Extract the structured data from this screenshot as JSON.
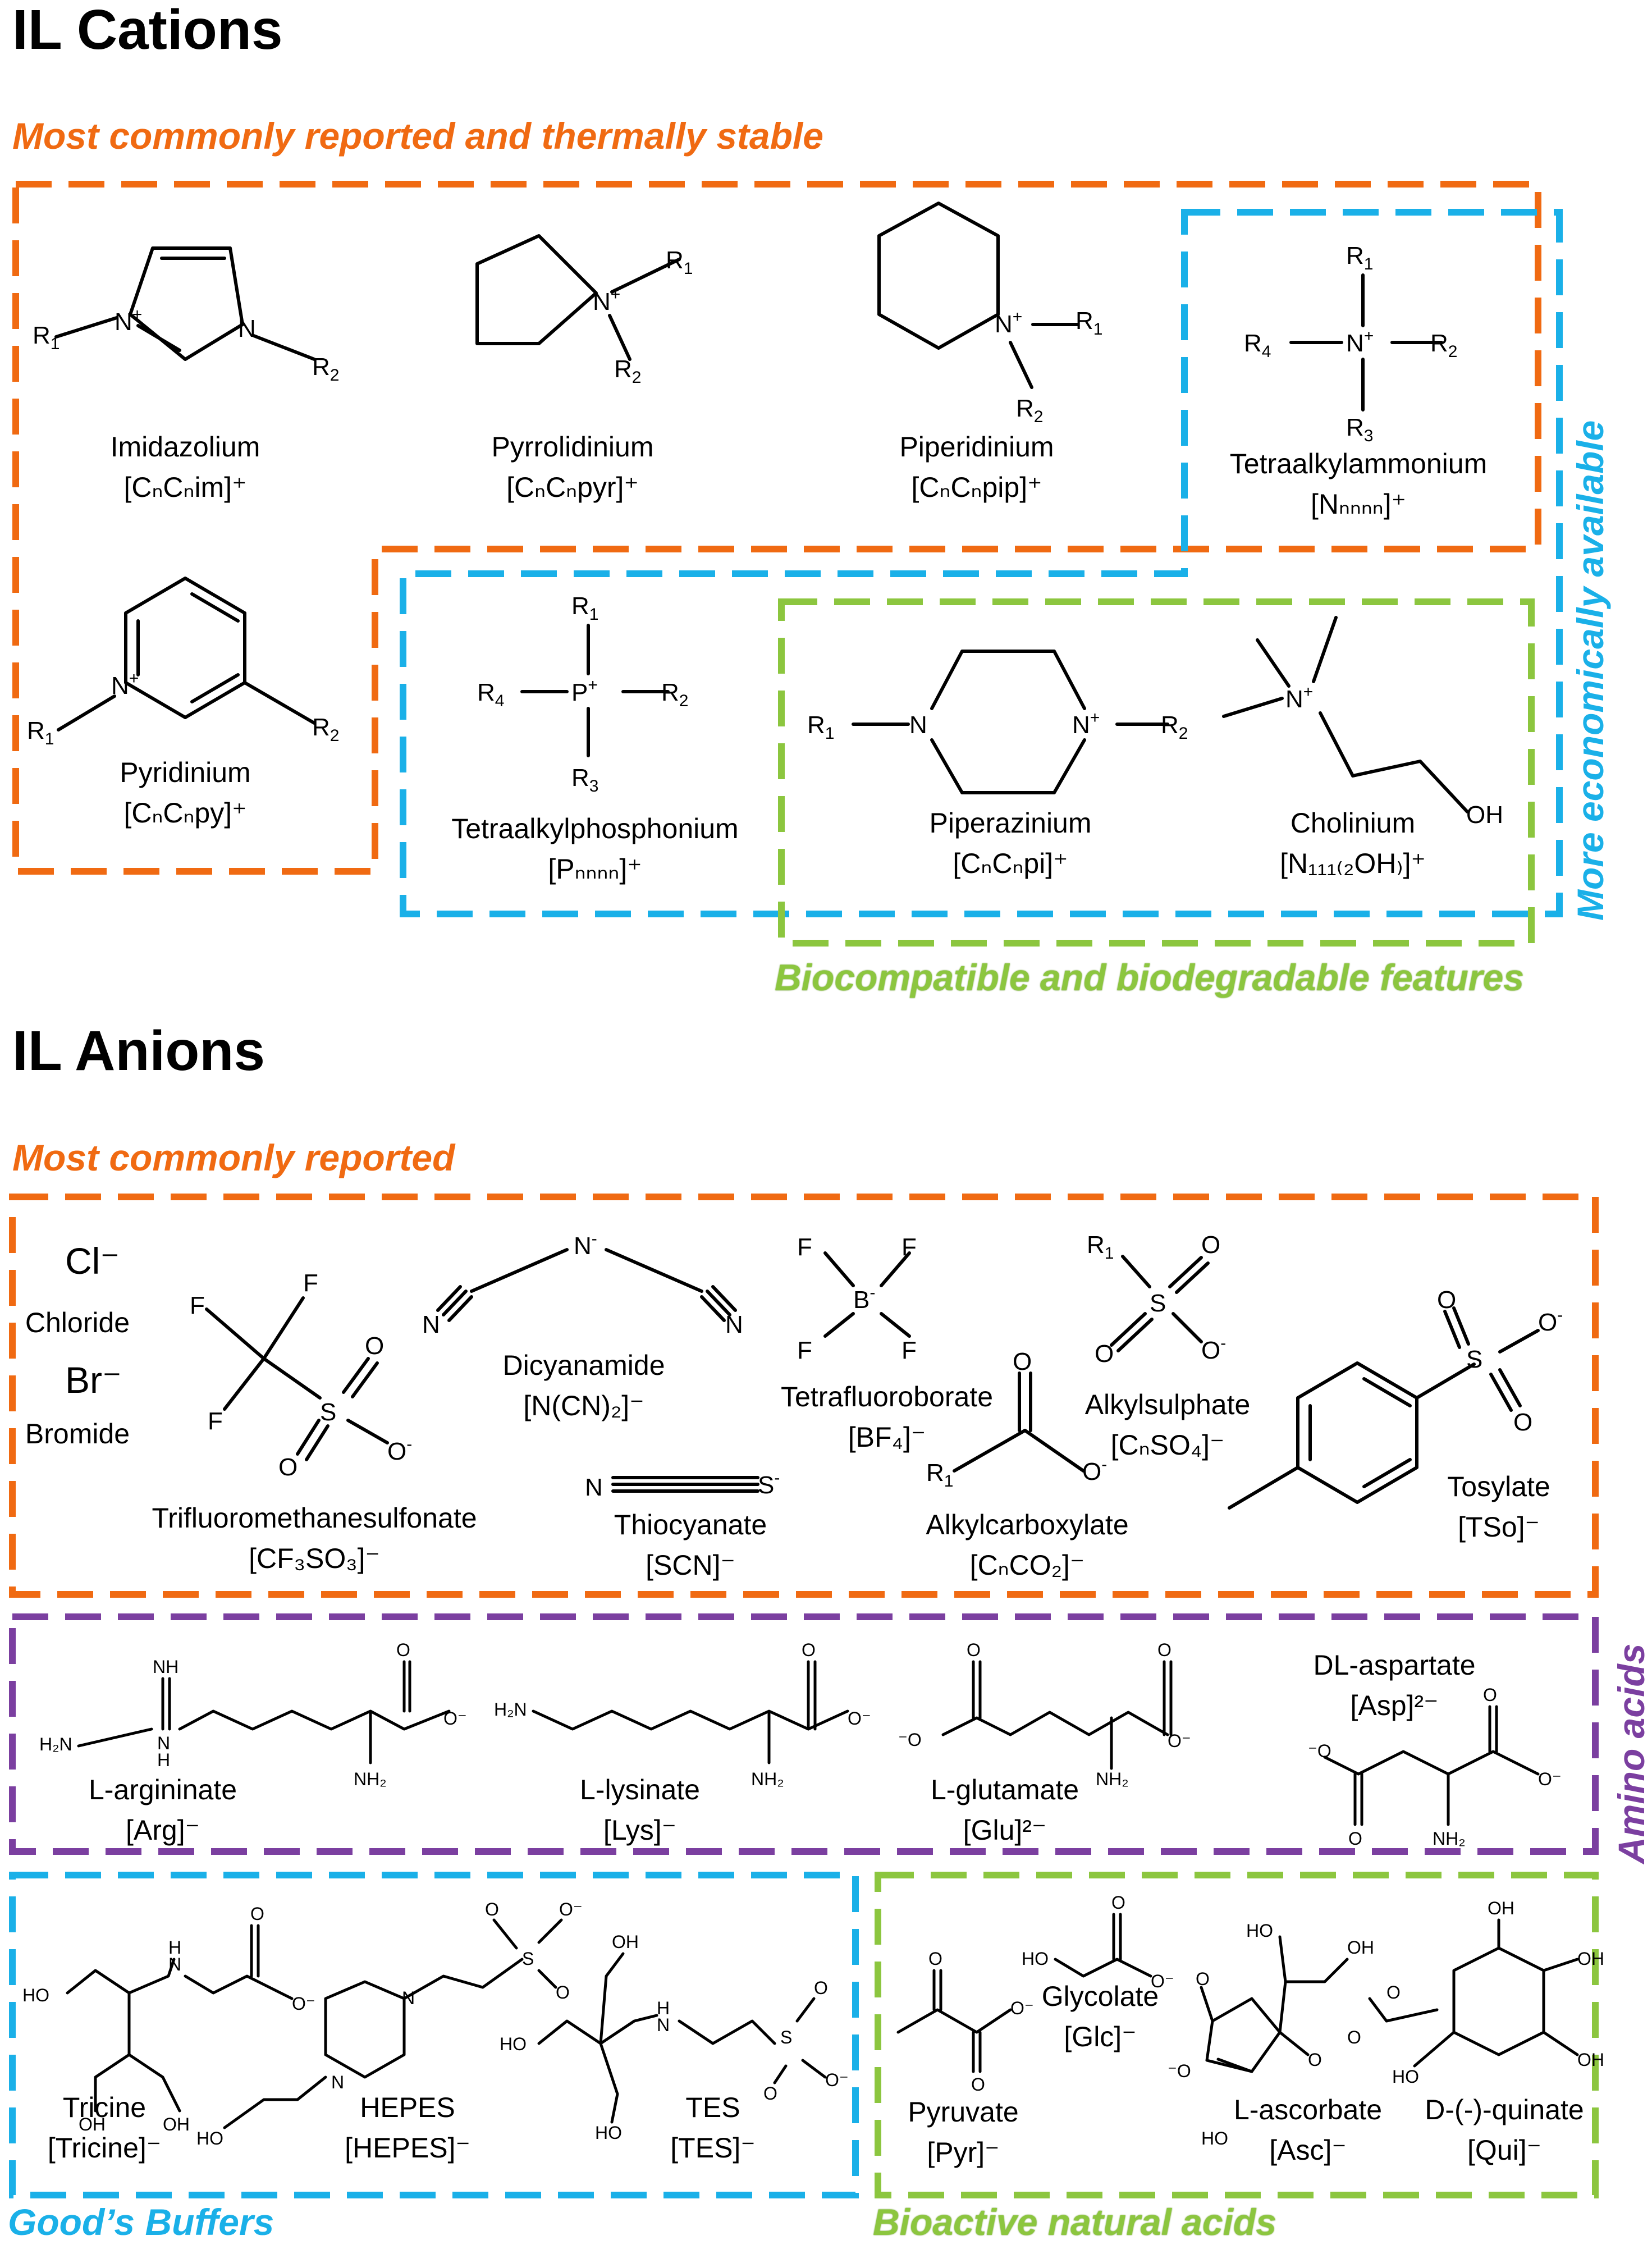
{
  "cations": {
    "title": "IL Cations",
    "group_thermal": "Most commonly reported and thermally stable",
    "group_economic": "More economically available",
    "group_bio": "Biocompatible and biodegradable features",
    "items": [
      {
        "name": "Imidazolium",
        "abbr": "[CₙCₙim]⁺"
      },
      {
        "name": "Pyrrolidinium",
        "abbr": "[CₙCₙpyr]⁺"
      },
      {
        "name": "Piperidinium",
        "abbr": "[CₙCₙpip]⁺"
      },
      {
        "name": "Tetraalkylammonium",
        "abbr": "[Nₙₙₙₙ]⁺"
      },
      {
        "name": "Pyridinium",
        "abbr": "[CₙCₙpy]⁺"
      },
      {
        "name": "Tetraalkylphosphonium",
        "abbr": "[Pₙₙₙₙ]⁺"
      },
      {
        "name": "Piperazinium",
        "abbr": "[CₙCₙpi]⁺"
      },
      {
        "name": "Cholinium",
        "abbr": "[N₁₁₁₍₂OH₎]⁺"
      }
    ]
  },
  "anions": {
    "title": "IL Anions",
    "group_common": "Most commonly reported",
    "group_amino": "Amino acids",
    "group_buffers": "Good’s Buffers",
    "group_natural": "Bioactive natural acids",
    "halides": [
      {
        "symbol": "Cl⁻",
        "name": "Chloride"
      },
      {
        "symbol": "Br⁻",
        "name": "Bromide"
      }
    ],
    "common": [
      {
        "name": "Trifluoromethanesulfonate",
        "abbr": "[CF₃SO₃]⁻"
      },
      {
        "name": "Dicyanamide",
        "abbr": "[N(CN)₂]⁻"
      },
      {
        "name": "Thiocyanate",
        "abbr": "[SCN]⁻"
      },
      {
        "name": "Tetrafluoroborate",
        "abbr": "[BF₄]⁻"
      },
      {
        "name": "Alkylcarboxylate",
        "abbr": "[CₙCO₂]⁻"
      },
      {
        "name": "Alkylsulphate",
        "abbr": "[CₙSO₄]⁻"
      },
      {
        "name": "Tosylate",
        "abbr": "[TSo]⁻"
      }
    ],
    "amino": [
      {
        "name": "L-argininate",
        "abbr": "[Arg]⁻"
      },
      {
        "name": "L-lysinate",
        "abbr": "[Lys]⁻"
      },
      {
        "name": "L-glutamate",
        "abbr": "[Glu]²⁻"
      },
      {
        "name": "DL-aspartate",
        "abbr": "[Asp]²⁻"
      }
    ],
    "buffers": [
      {
        "name": "Tricine",
        "abbr": "[Tricine]⁻"
      },
      {
        "name": "HEPES",
        "abbr": "[HEPES]⁻"
      },
      {
        "name": "TES",
        "abbr": "[TES]⁻"
      }
    ],
    "natural": [
      {
        "name": "Pyruvate",
        "abbr": "[Pyr]⁻"
      },
      {
        "name": "Glycolate",
        "abbr": "[Glc]⁻"
      },
      {
        "name": "L-ascorbate",
        "abbr": "[Asc]⁻"
      },
      {
        "name": "D-(-)-quinate",
        "abbr": "[Qui]⁻"
      }
    ]
  },
  "colors": {
    "thermal": "#f06a12",
    "economic": "#1ab0e8",
    "bio": "#8cc63f",
    "amino": "#7b3fa0"
  }
}
